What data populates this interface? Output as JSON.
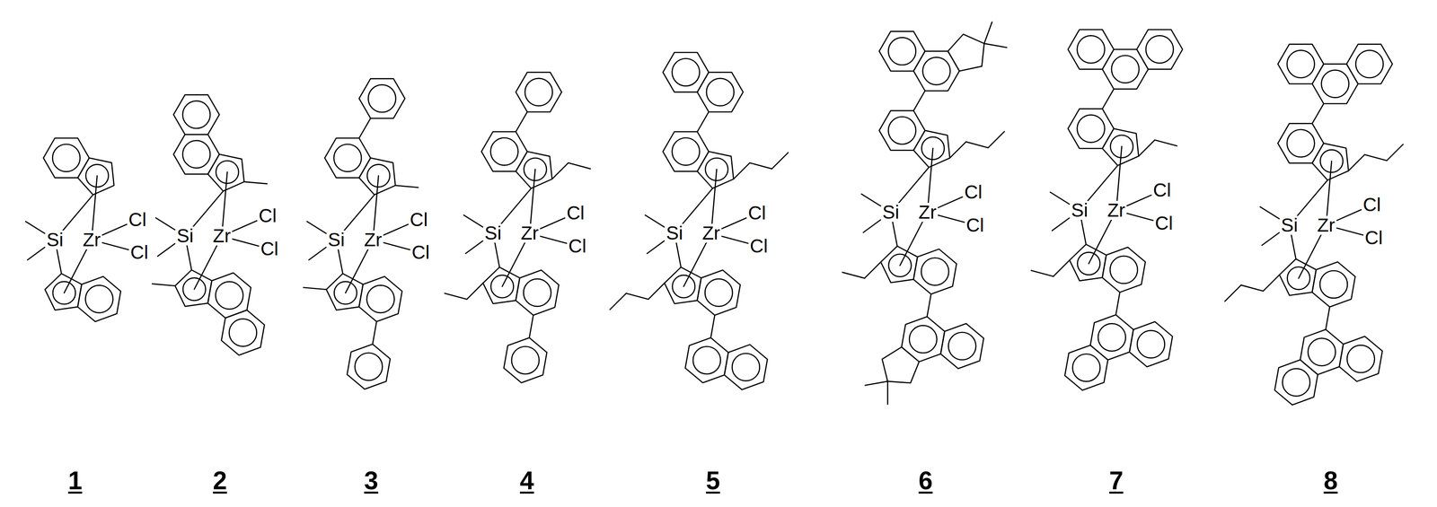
{
  "diagram": {
    "labels": [
      "Si",
      "Zr",
      "Cl",
      "Cl",
      "Si",
      "Zr",
      "Cl",
      "Cl",
      "Si",
      "Zr",
      "Cl",
      "Cl",
      "Si",
      "Zr",
      "Cl",
      "Cl",
      "Si",
      "Zr",
      "Cl",
      "Cl",
      "Si",
      "Zr",
      "Cl",
      "Cl",
      "Si",
      "Zr",
      "Cl",
      "Cl",
      "Si",
      "Zr",
      "Cl",
      "Cl",
      "1",
      "2",
      "3",
      "4",
      "5",
      "6",
      "7",
      "8"
    ]
  }
}
